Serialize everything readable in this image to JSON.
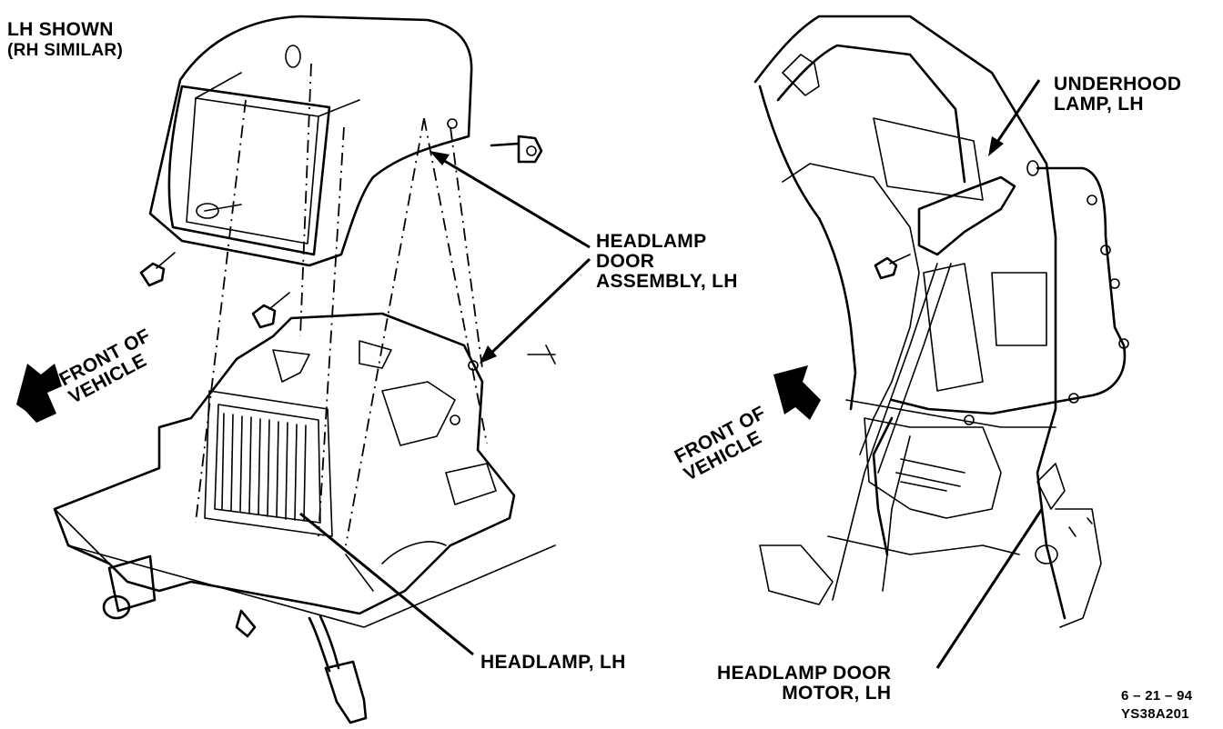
{
  "labels": {
    "lh_shown": "LH SHOWN",
    "rh_similar": "(RH SIMILAR)",
    "headlamp_door_assembly": "HEADLAMP\nDOOR\nASSEMBLY, LH",
    "front_of_vehicle_left": "FRONT OF\nVEHICLE",
    "front_of_vehicle_right": "FRONT OF\nVEHICLE",
    "headlamp_lh": "HEADLAMP, LH",
    "underhood_lamp": "UNDERHOOD\nLAMP, LH",
    "headlamp_door_motor": "HEADLAMP DOOR\nMOTOR, LH",
    "date": "6 – 21 – 94",
    "figure_code": "YS38A201"
  }
}
